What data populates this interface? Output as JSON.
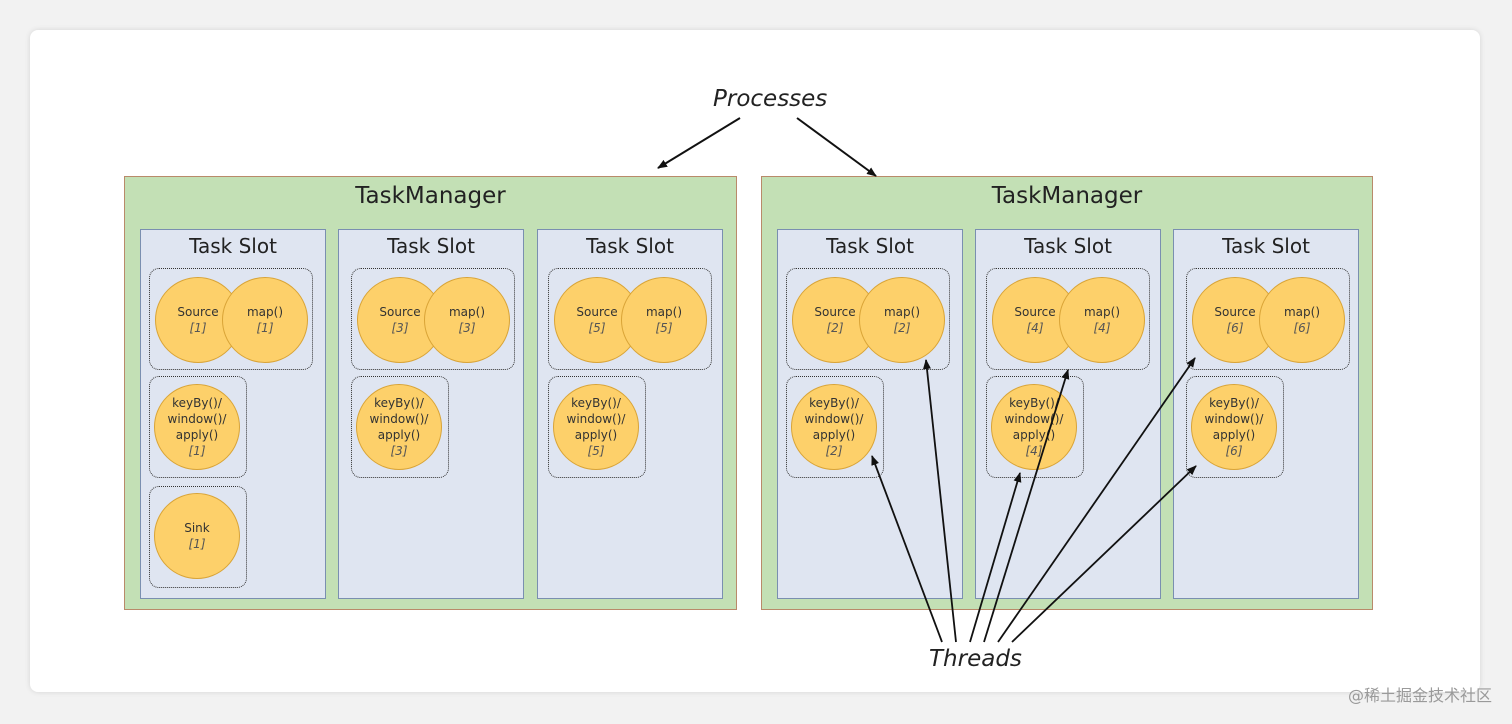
{
  "labels": {
    "processes": "Processes",
    "threads": "Threads",
    "watermark": "@稀土掘金技术社区"
  },
  "task_managers": [
    {
      "title": "TaskManager",
      "slots": [
        {
          "title": "Task Slot",
          "source": {
            "name": "Source",
            "index": "[1]"
          },
          "map": {
            "name": "map()",
            "index": "[1]"
          },
          "keyby": {
            "line1": "keyBy()/",
            "line2": "window()/",
            "line3": "apply()",
            "index": "[1]"
          },
          "sink": {
            "name": "Sink",
            "index": "[1]"
          }
        },
        {
          "title": "Task Slot",
          "source": {
            "name": "Source",
            "index": "[3]"
          },
          "map": {
            "name": "map()",
            "index": "[3]"
          },
          "keyby": {
            "line1": "keyBy()/",
            "line2": "window()/",
            "line3": "apply()",
            "index": "[3]"
          }
        },
        {
          "title": "Task Slot",
          "source": {
            "name": "Source",
            "index": "[5]"
          },
          "map": {
            "name": "map()",
            "index": "[5]"
          },
          "keyby": {
            "line1": "keyBy()/",
            "line2": "window()/",
            "line3": "apply()",
            "index": "[5]"
          }
        }
      ]
    },
    {
      "title": "TaskManager",
      "slots": [
        {
          "title": "Task Slot",
          "source": {
            "name": "Source",
            "index": "[2]"
          },
          "map": {
            "name": "map()",
            "index": "[2]"
          },
          "keyby": {
            "line1": "keyBy()/",
            "line2": "window()/",
            "line3": "apply()",
            "index": "[2]"
          }
        },
        {
          "title": "Task Slot",
          "source": {
            "name": "Source",
            "index": "[4]"
          },
          "map": {
            "name": "map()",
            "index": "[4]"
          },
          "keyby": {
            "line1": "keyBy()/",
            "line2": "window()/",
            "line3": "apply()",
            "index": "[4]"
          }
        },
        {
          "title": "Task Slot",
          "source": {
            "name": "Source",
            "index": "[6]"
          },
          "map": {
            "name": "map()",
            "index": "[6]"
          },
          "keyby": {
            "line1": "keyBy()/",
            "line2": "window()/",
            "line3": "apply()",
            "index": "[6]"
          }
        }
      ]
    }
  ]
}
